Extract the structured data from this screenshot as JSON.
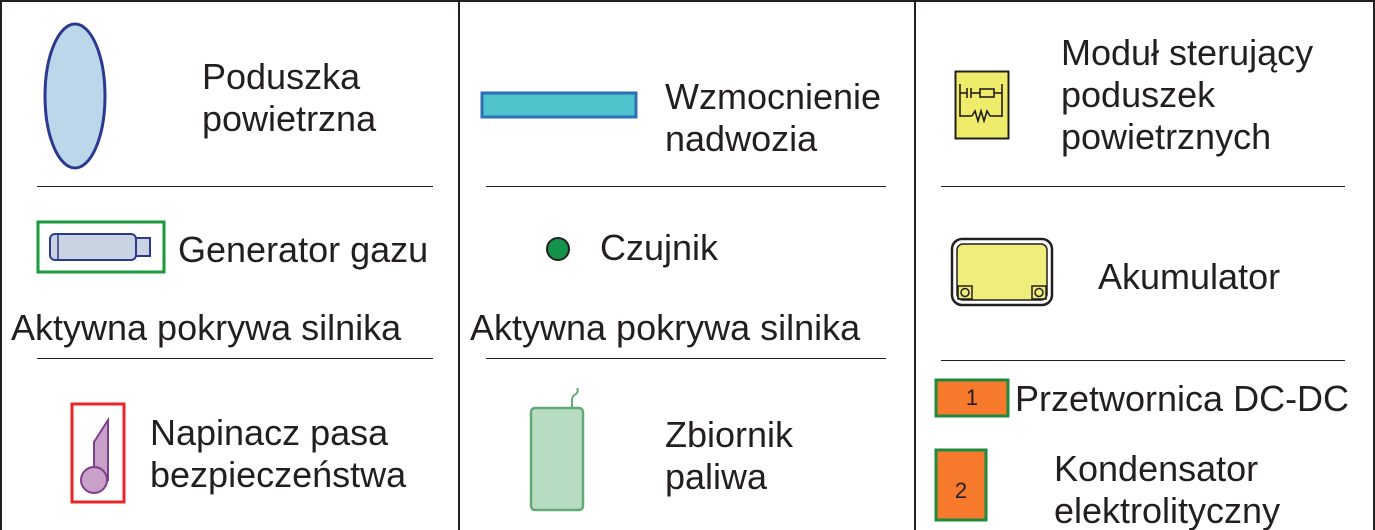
{
  "legend": {
    "airbag": {
      "line1": "Poduszka",
      "line2": "powietrzna"
    },
    "body_reinforcement": {
      "line1": "Wzmocnienie",
      "line2": "nadwozia"
    },
    "control_module": {
      "line1": "Moduł sterujący",
      "line2": "poduszek",
      "line3": "powietrznych"
    },
    "gas_generator": {
      "label": "Generator gazu"
    },
    "sensor": {
      "label": "Czujnik"
    },
    "battery": {
      "label": "Akumulator"
    },
    "hood_left": {
      "label": "Aktywna pokrywa silnika"
    },
    "hood_middle": {
      "label": "Aktywna pokrywa silnika"
    },
    "pretensioner": {
      "line1": "Napinacz pasa",
      "line2": "bezpieczeństwa"
    },
    "fuel_tank": {
      "line1": "Zbiornik",
      "line2": "paliwa"
    },
    "dcdc": {
      "badge": "1",
      "label": "Przetwornica DC-DC"
    },
    "capacitor": {
      "badge": "2",
      "line1": "Kondensator",
      "line2": "elektrolityczny"
    }
  },
  "colors": {
    "border": "#231f20",
    "airbag_fill": "#bcd7e9",
    "airbag_stroke": "#2b3990",
    "reinforcement_fill": "#4fc3cc",
    "reinforcement_stroke": "#2e6fb6",
    "module_fill": "#eeec6a",
    "gas_gen_frame": "#1a9a3a",
    "gas_gen_fill": "#c9d3e2",
    "sensor_fill": "#14934a",
    "battery_fill": "#efed7b",
    "pretensioner_frame": "#e8262a",
    "pretensioner_fill": "#c9a0c8",
    "pretensioner_stroke": "#7e3f8e",
    "fuel_fill": "#b7dcc1",
    "fuel_stroke": "#63a978",
    "badge_fill": "#f7792c",
    "badge_stroke": "#1e8a3b"
  }
}
